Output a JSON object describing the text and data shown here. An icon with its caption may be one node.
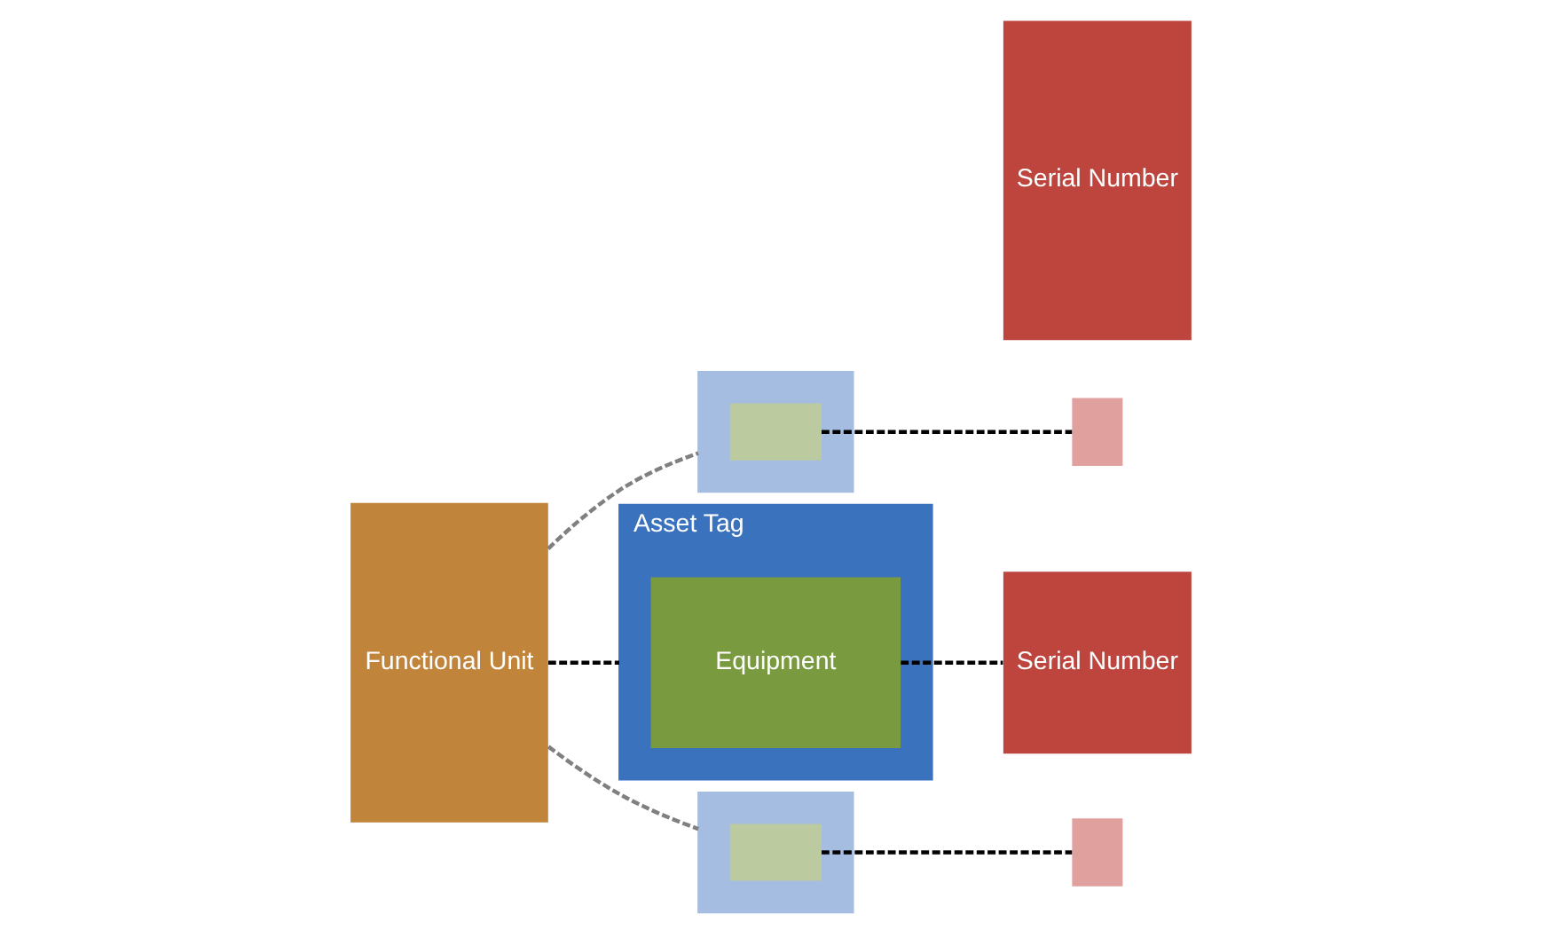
{
  "diagram": {
    "nodes": [
      {
        "text": [
          "Functional Unit"
        ]
      },
      {
        "text": [],
        "shape": "box"
      },
      {
        "text": [],
        "shape": "box",
        "in": 1
      },
      {
        "text": [],
        "shape": "box"
      },
      {
        "text": [
          "Asset Tag"
        ]
      },
      {
        "text": [
          "Equipment"
        ],
        "in": 4
      },
      {
        "text": [
          "Serial Number"
        ]
      },
      {
        "text": [
          "Serial Number"
        ]
      },
      {
        "text": [],
        "shape": "box"
      },
      {
        "text": [],
        "shape": "box",
        "in": 8
      },
      {
        "text": [],
        "shape": "box"
      }
    ],
    "edges": [
      {
        "from": 0,
        "to": 1,
        "arrow": "none",
        "style": "dashed",
        "color": "#808080"
      },
      {
        "from": 2,
        "to": 3,
        "arrow": "none",
        "style": "dashed"
      },
      {
        "from": 0,
        "to": 4,
        "arrow": "none",
        "style": "dashed"
      },
      {
        "from": 5,
        "to": 6,
        "arrow": "none",
        "style": "dashed"
      },
      {
        "from": 0,
        "to": 8,
        "arrow": "none",
        "style": "dashed",
        "color": "#808080"
      },
      {
        "from": 9,
        "to": 10,
        "arrow": "none",
        "style": "dashed"
      }
    ]
  }
}
